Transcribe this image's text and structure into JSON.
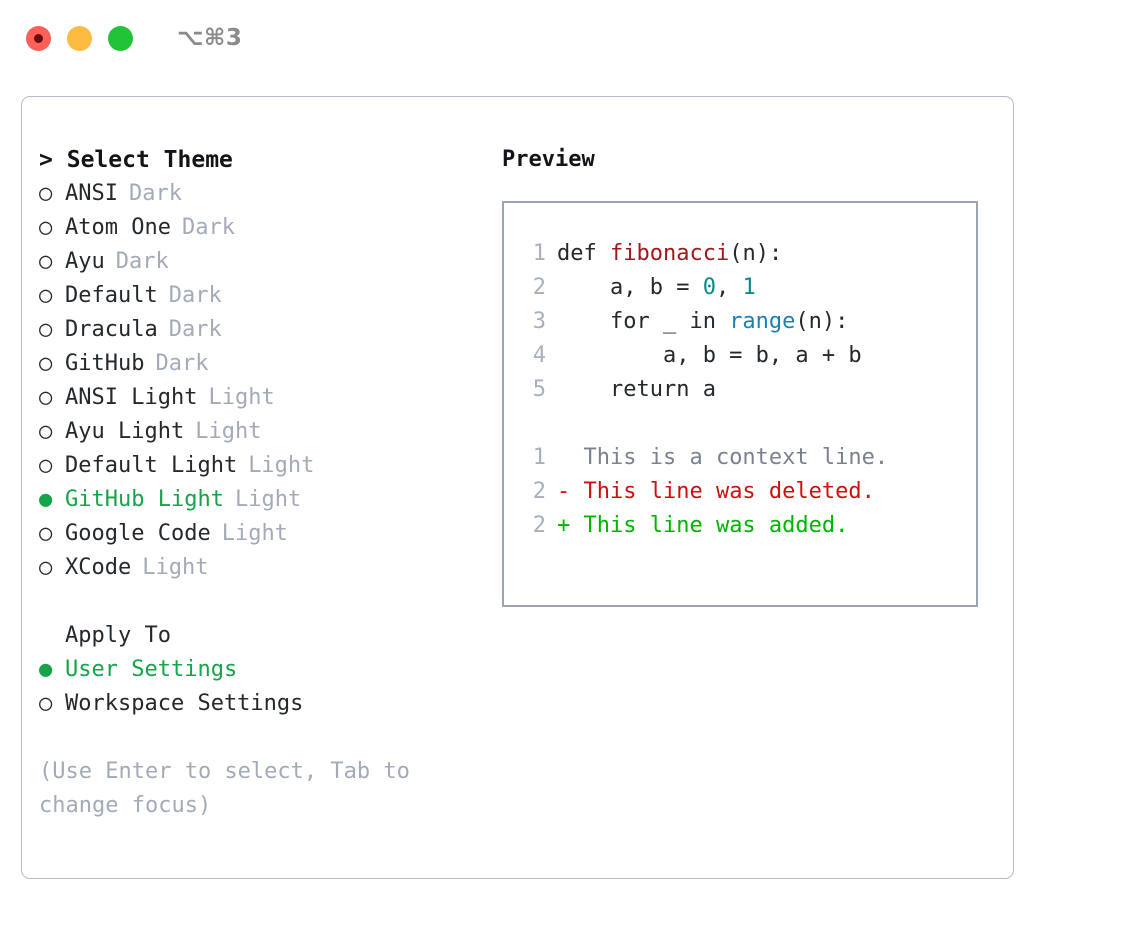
{
  "titlebar": {
    "lights": [
      {
        "name": "close",
        "color": "#fc6058",
        "recording_dot": true
      },
      {
        "name": "minimize",
        "color": "#fdbc40",
        "recording_dot": false
      },
      {
        "name": "zoom",
        "color": "#22c336",
        "recording_dot": false
      }
    ],
    "shortcut": "⌥⌘3"
  },
  "colors": {
    "selected_green": "#16a34a",
    "muted_gray": "#a3abb9",
    "text": "#24292e",
    "panel_border": "#b6bcc7",
    "preview_border": "#9aa5b1",
    "syntax_function": "#a4161a",
    "syntax_number": "#0b8a8a",
    "syntax_call": "#1b7fb8",
    "diff_added": "#00b400",
    "diff_deleted": "#cc1111",
    "diff_context": "#7a8290"
  },
  "theme_picker": {
    "prompt_prefix": ">",
    "title": "Select Theme",
    "bullet_unselected": "○",
    "bullet_selected": "●",
    "items": [
      {
        "name": "ANSI",
        "tag": "Dark",
        "selected": false
      },
      {
        "name": "Atom One",
        "tag": "Dark",
        "selected": false
      },
      {
        "name": "Ayu",
        "tag": "Dark",
        "selected": false
      },
      {
        "name": "Default",
        "tag": "Dark",
        "selected": false
      },
      {
        "name": "Dracula",
        "tag": "Dark",
        "selected": false
      },
      {
        "name": "GitHub",
        "tag": "Dark",
        "selected": false
      },
      {
        "name": "ANSI Light",
        "tag": "Light",
        "selected": false
      },
      {
        "name": "Ayu Light",
        "tag": "Light",
        "selected": false
      },
      {
        "name": "Default Light",
        "tag": "Light",
        "selected": false
      },
      {
        "name": "GitHub Light",
        "tag": "Light",
        "selected": true
      },
      {
        "name": "Google Code",
        "tag": "Light",
        "selected": false
      },
      {
        "name": "XCode",
        "tag": "Light",
        "selected": false
      }
    ]
  },
  "apply_to": {
    "title": "Apply To",
    "items": [
      {
        "label": "User Settings",
        "selected": true
      },
      {
        "label": "Workspace Settings",
        "selected": false
      }
    ]
  },
  "hint": "(Use Enter to select, Tab to change focus)",
  "preview": {
    "title": "Preview",
    "code_lines": [
      {
        "no": "1",
        "tokens": [
          {
            "t": "def ",
            "c": "plain"
          },
          {
            "t": "fibonacci",
            "c": "fn"
          },
          {
            "t": "(n):",
            "c": "plain"
          }
        ]
      },
      {
        "no": "2",
        "tokens": [
          {
            "t": "    a, b = ",
            "c": "plain"
          },
          {
            "t": "0",
            "c": "num"
          },
          {
            "t": ", ",
            "c": "plain"
          },
          {
            "t": "1",
            "c": "num"
          }
        ]
      },
      {
        "no": "3",
        "tokens": [
          {
            "t": "    for _ in ",
            "c": "plain"
          },
          {
            "t": "range",
            "c": "call"
          },
          {
            "t": "(n):",
            "c": "plain"
          }
        ]
      },
      {
        "no": "4",
        "tokens": [
          {
            "t": "        a, b = b, a + b",
            "c": "plain"
          }
        ]
      },
      {
        "no": "5",
        "tokens": [
          {
            "t": "    return a",
            "c": "plain"
          }
        ]
      }
    ],
    "diff_lines": [
      {
        "no": "1",
        "marker": " ",
        "text": " This is a context line.",
        "kind": "ctx"
      },
      {
        "no": "2",
        "marker": "-",
        "text": " This line was deleted.",
        "kind": "del"
      },
      {
        "no": "2",
        "marker": "+",
        "text": " This line was added.",
        "kind": "add"
      }
    ]
  }
}
